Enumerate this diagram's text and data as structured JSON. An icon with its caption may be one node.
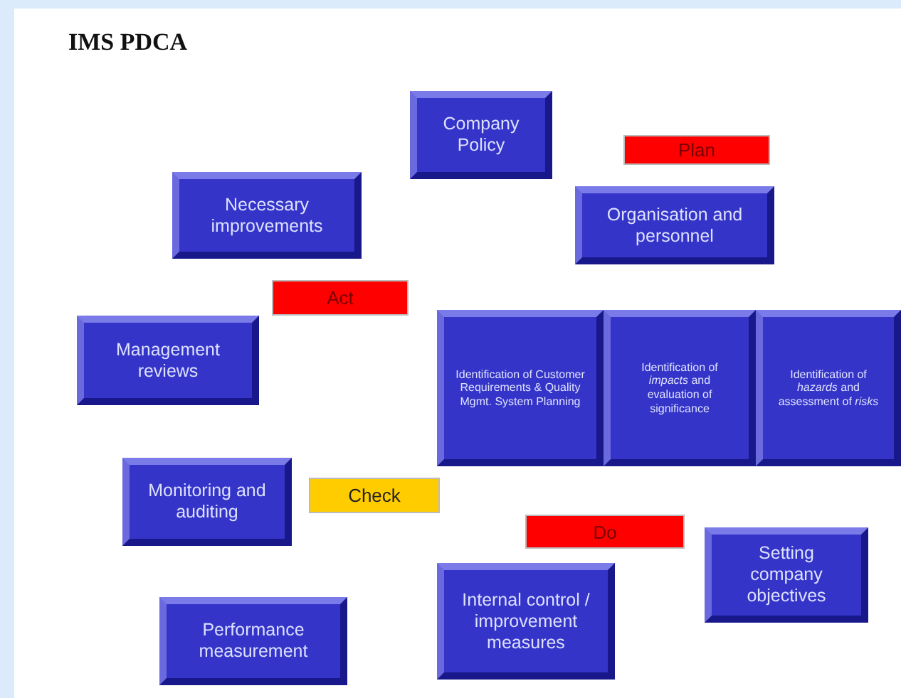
{
  "diagram": {
    "title": "IMS PDCA",
    "nodes": [
      {
        "text": [
          "Company Policy"
        ]
      },
      {
        "text": [
          "Plan"
        ]
      },
      {
        "text": [
          "Necessary improvements"
        ]
      },
      {
        "text": [
          "Organisation and personnel"
        ]
      },
      {
        "text": [
          "Act"
        ]
      },
      {
        "text": [
          "Management reviews"
        ]
      },
      {
        "text": [
          "Identification of Customer Requirements & Quality Mgmt. System Planning"
        ]
      },
      {
        "text": [
          "Identification of *impacts* and evaluation of significance"
        ]
      },
      {
        "text": [
          "Identification of *hazards* and assessment of *risks*"
        ]
      },
      {
        "text": [
          "Monitoring and auditing"
        ]
      },
      {
        "text": [
          "Check"
        ]
      },
      {
        "text": [
          "Do"
        ]
      },
      {
        "text": [
          "Setting company objectives"
        ]
      },
      {
        "text": [
          "Internal control / improvement measures"
        ]
      },
      {
        "text": [
          "Performance measurement"
        ]
      }
    ]
  }
}
